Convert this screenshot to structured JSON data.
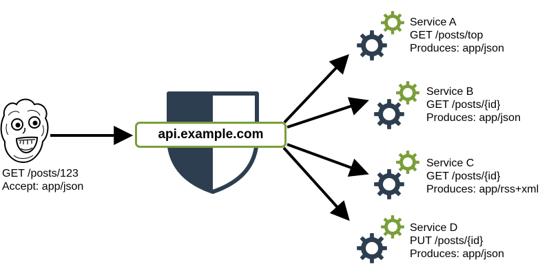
{
  "client": {
    "request_line": "GET /posts/123",
    "accept_line": "Accept: app/json",
    "avatar_icon": "grinning-face-meme-icon"
  },
  "gateway": {
    "host": "api.example.com",
    "shield_icon": "shield-icon",
    "border_color": "#7a9e3a",
    "shield_color": "#2d3e50"
  },
  "services": [
    {
      "name": "Service A",
      "request": "GET /posts/top",
      "produces": "Produces: app/json"
    },
    {
      "name": "Service B",
      "request": "GET /posts/{id}",
      "produces": "Produces: app/json"
    },
    {
      "name": "Service C",
      "request": "GET /posts/{id}",
      "produces": "Produces: app/rss+xml"
    },
    {
      "name": "Service D",
      "request": "PUT /posts/{id}",
      "produces": "Produces: app/json"
    }
  ],
  "colors": {
    "large_gear": "#2d3e50",
    "small_gear": "#7a9e3a",
    "arrow": "#000000"
  }
}
